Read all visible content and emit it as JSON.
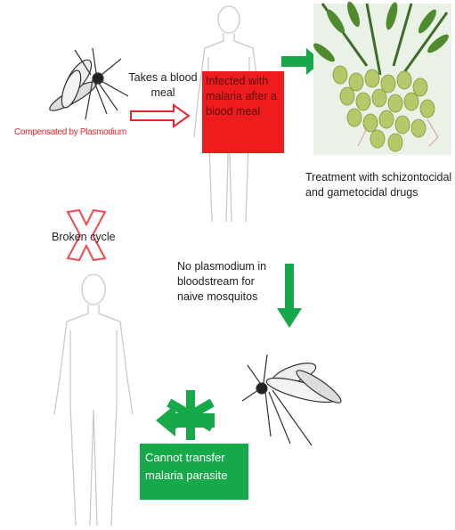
{
  "labels": {
    "mosquito_top": "Compensated by Plasmodium",
    "blood_meal": "Takes a blood meal",
    "infected_box": "Infected with malaria after a blood meal",
    "treatment": "Treatment with schizontocidal and gametocidal drugs",
    "broken_cycle": "Broken cycle",
    "no_plasmodium": "No plasmodium in bloodstream for naive mosquitos",
    "cannot_transfer": "Cannot transfer malaria parasite"
  },
  "colors": {
    "red": "#ee1c1c",
    "green": "#16a94a",
    "outline": "#c9c9c9",
    "cross": "#ef4a4f"
  },
  "icons": [
    "mosquito-icon",
    "human-silhouette-icon",
    "neem-plant-image",
    "cross-mark-icon",
    "green-arrow-icon",
    "star-burst-icon"
  ]
}
